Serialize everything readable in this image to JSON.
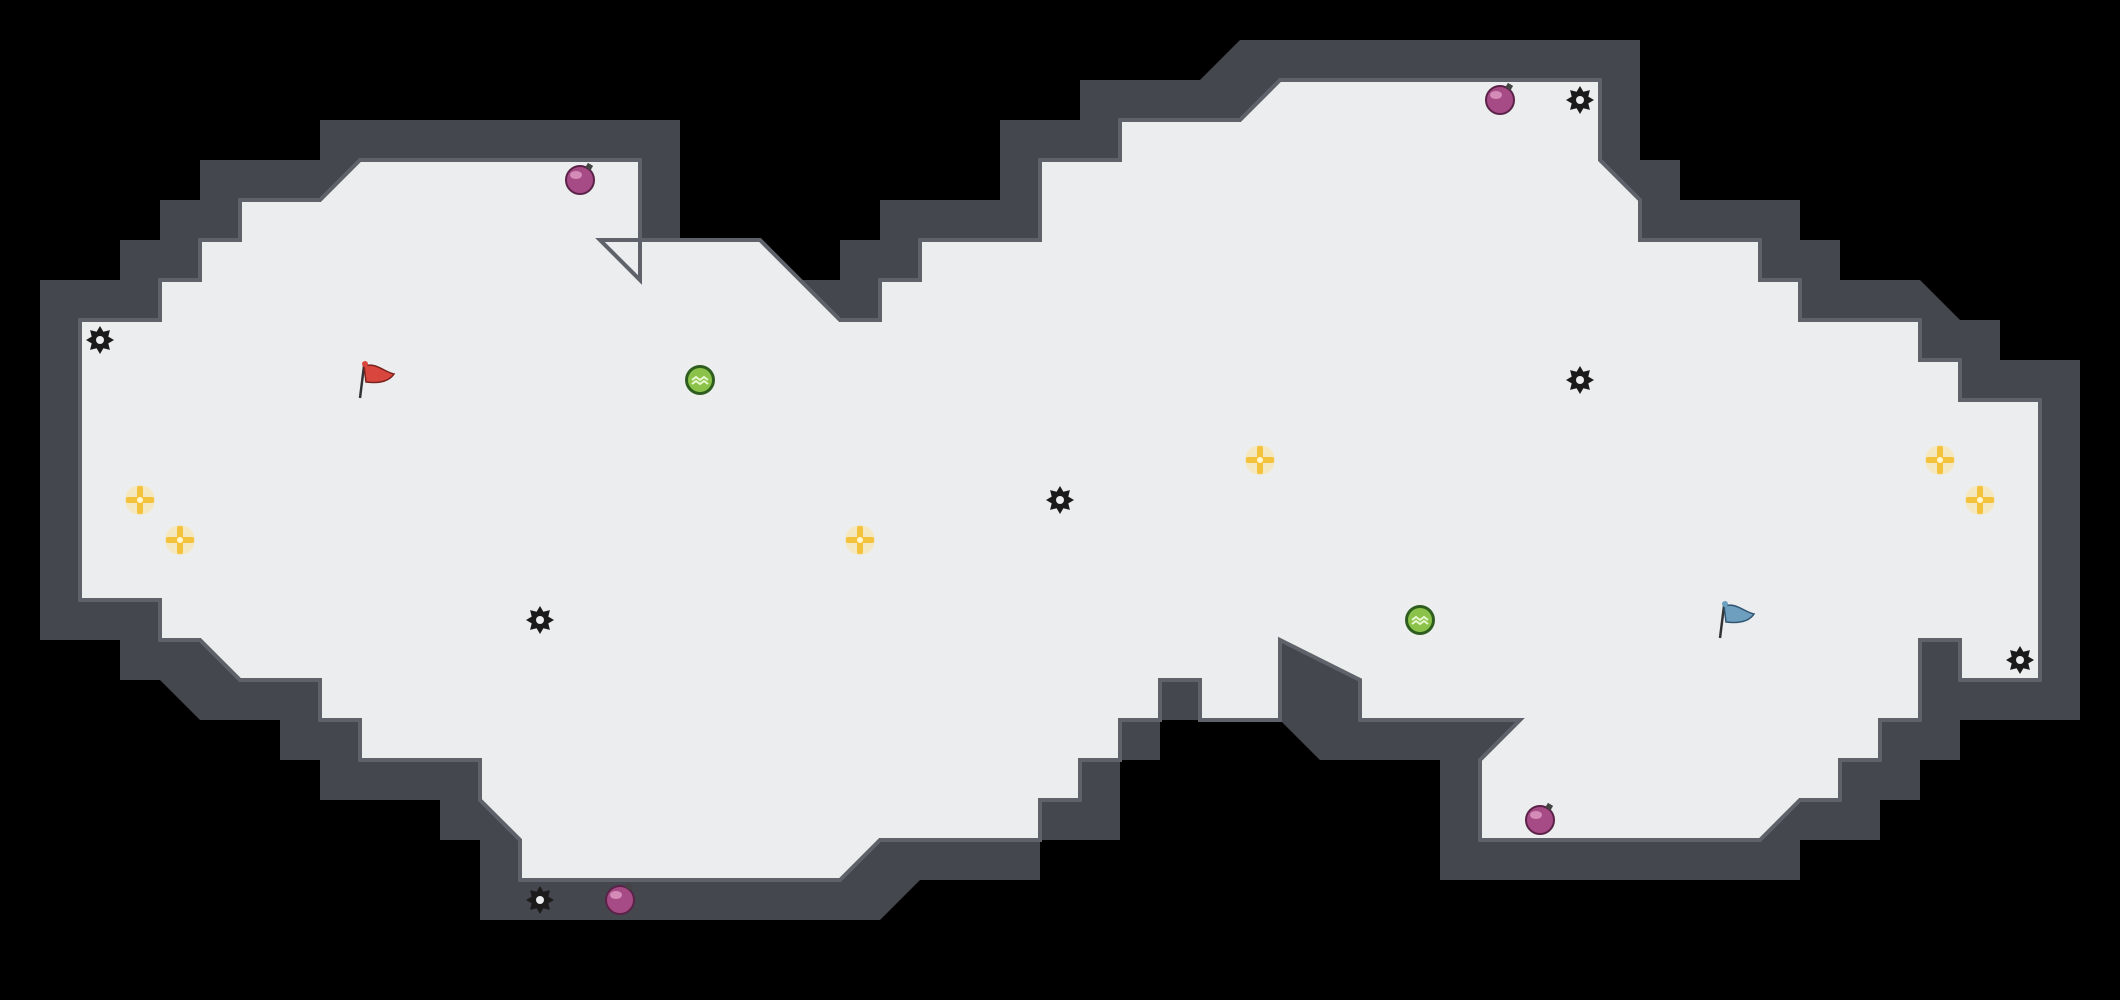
{
  "map": {
    "colors": {
      "background": "#000000",
      "floor": "#ECEDEF",
      "floor_grid": "#D3D6DB",
      "wall": "#45474E",
      "wall_light": "#5F626A",
      "tile_red": "#EFC7BC",
      "tile_blue": "#C9DCEA",
      "red_team": "#D9463D",
      "blue_team": "#6E9FBF",
      "bomb": "#A64B86",
      "bomb_highlight": "#E7A6CC",
      "spike": "#1B1B1B",
      "boost": "#F4C23C",
      "boost_light": "#FFE28A",
      "powerup": "#8BC34A",
      "powerup_dark": "#2E5E1F"
    }
  },
  "spawns": {
    "red_flag": "red-flag",
    "blue_flag": "blue-flag"
  },
  "entities": {
    "spikes": "spike",
    "bombs": "bomb",
    "boosts": "boost",
    "powerups": "powerup"
  }
}
